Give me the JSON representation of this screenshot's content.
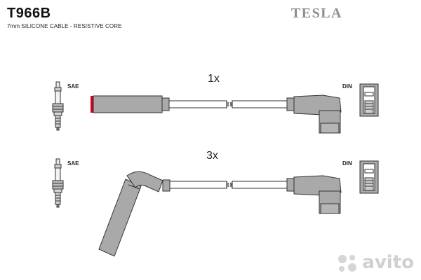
{
  "header": {
    "part_code": "T966B",
    "subtitle": "7mm SILICONE CABLE - RESISTIVE CORE",
    "brand": "TESLA"
  },
  "diagram": {
    "row1": {
      "left_label": "SAE",
      "right_label": "DIN",
      "quantity": "1x"
    },
    "row2": {
      "left_label": "SAE",
      "right_label": "DIN",
      "quantity": "3x"
    }
  },
  "watermark": {
    "text": "avito"
  },
  "colors": {
    "cable_fill": "#a9a9a9",
    "stroke": "#333333",
    "boot_red": "#d0021b",
    "brand_gray": "#8e8e8e"
  }
}
